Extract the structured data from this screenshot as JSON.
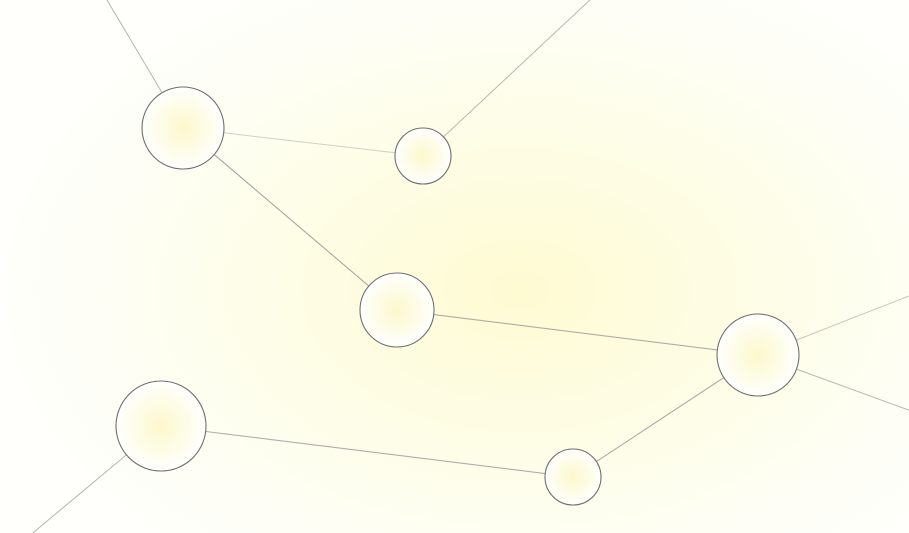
{
  "diagram": {
    "type": "network-graph",
    "colors": {
      "background": "#fefef2",
      "background_glow": "#fefbd2",
      "node_fill_center": "#fdfbd8",
      "node_fill_edge": "#ffffff",
      "node_stroke": "#6f6f6f",
      "edge_stroke": "#9a9a9a"
    },
    "nodes": [
      {
        "id": "n1"
      },
      {
        "id": "n2"
      },
      {
        "id": "n3"
      },
      {
        "id": "n4"
      },
      {
        "id": "n5"
      },
      {
        "id": "n6"
      },
      {
        "id": "n7"
      }
    ],
    "edges": [
      {
        "from": "n1",
        "to": "offscreen-top-left"
      },
      {
        "from": "n1",
        "to": "n2"
      },
      {
        "from": "n1",
        "to": "n3"
      },
      {
        "from": "n2",
        "to": "offscreen-top-right"
      },
      {
        "from": "n3",
        "to": "n4"
      },
      {
        "from": "n4",
        "to": "offscreen-right-upper"
      },
      {
        "from": "n4",
        "to": "offscreen-right-lower"
      },
      {
        "from": "n4",
        "to": "n6"
      },
      {
        "from": "n5",
        "to": "n6"
      },
      {
        "from": "n5",
        "to": "offscreen-bottom-left"
      }
    ]
  }
}
